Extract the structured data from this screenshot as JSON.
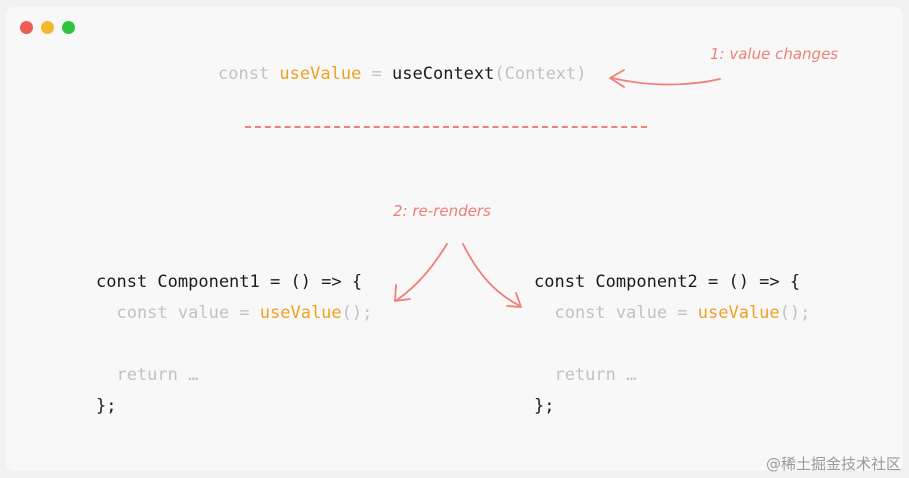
{
  "window": {
    "controls": [
      {
        "name": "close-button",
        "color": "#ed5b56"
      },
      {
        "name": "minimize-button",
        "color": "#f2b92e"
      },
      {
        "name": "maximize-button",
        "color": "#2dc441"
      }
    ]
  },
  "top_line": {
    "kw": "const ",
    "var": "useValue",
    "eq": " = ",
    "fn": "useContext",
    "args": "(Context)"
  },
  "annotations": {
    "value_changes": "1: value changes",
    "re_renders": "2: re-renders"
  },
  "components": [
    {
      "decl": "const Component1 = () => {",
      "line2_pre": "  const value = ",
      "line2_hook": "useValue",
      "line2_post": "();",
      "line3": "  return …",
      "close": "};"
    },
    {
      "decl": "const Component2 = () => {",
      "line2_pre": "  const value = ",
      "line2_hook": "useValue",
      "line2_post": "();",
      "line3": "  return …",
      "close": "};"
    }
  ],
  "watermark": "@稀土掘金技术社区",
  "colors": {
    "accent": "#f0a020",
    "annotation": "#ef7f79",
    "code": "#1b1b1b",
    "dim": "#c2c2c2"
  }
}
